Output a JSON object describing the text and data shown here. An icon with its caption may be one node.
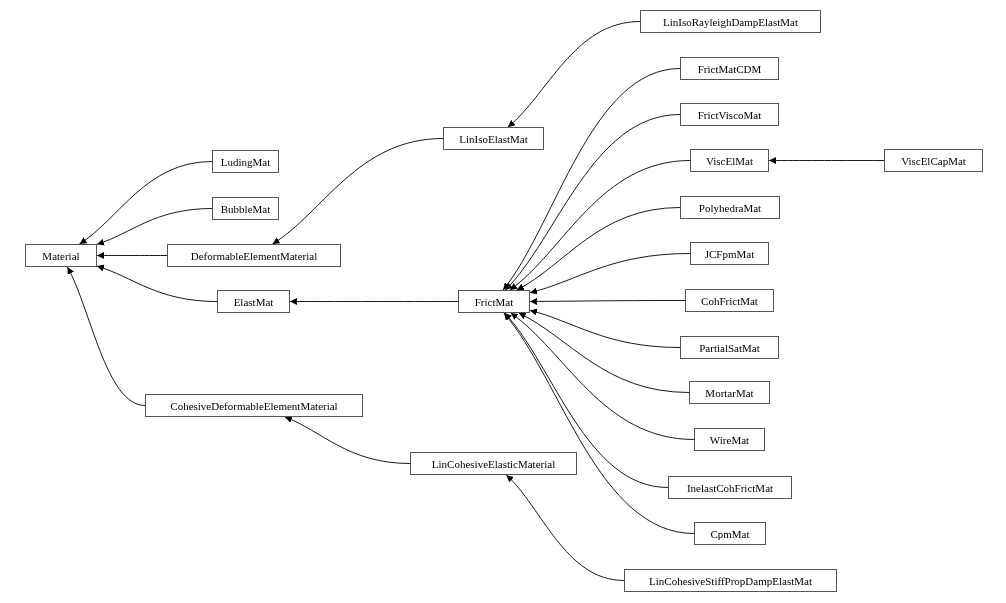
{
  "diagram": {
    "nodes": [
      {
        "text": [
          "Material"
        ]
      },
      {
        "text": [
          "LudingMat"
        ]
      },
      {
        "text": [
          "BubbleMat"
        ]
      },
      {
        "text": [
          "DeformableElementMaterial"
        ]
      },
      {
        "text": [
          "ElastMat"
        ]
      },
      {
        "text": [
          "CohesiveDeformableElementMaterial"
        ]
      },
      {
        "text": [
          "LinIsoElastMat"
        ]
      },
      {
        "text": [
          "FrictMat"
        ]
      },
      {
        "text": [
          "LinCohesiveElasticMaterial"
        ]
      },
      {
        "text": [
          "LinIsoRayleighDampElastMat"
        ]
      },
      {
        "text": [
          "FrictMatCDM"
        ]
      },
      {
        "text": [
          "FrictViscoMat"
        ]
      },
      {
        "text": [
          "ViscElMat"
        ]
      },
      {
        "text": [
          "ViscElCapMat"
        ]
      },
      {
        "text": [
          "PolyhedraMat"
        ]
      },
      {
        "text": [
          "JCFpmMat"
        ]
      },
      {
        "text": [
          "CohFrictMat"
        ]
      },
      {
        "text": [
          "PartialSatMat"
        ]
      },
      {
        "text": [
          "MortarMat"
        ]
      },
      {
        "text": [
          "WireMat"
        ]
      },
      {
        "text": [
          "InelastCohFrictMat"
        ]
      },
      {
        "text": [
          "CpmMat"
        ]
      },
      {
        "text": [
          "LinCohesiveStiffPropDampElastMat"
        ]
      }
    ],
    "edges": [
      {
        "from": 1,
        "to": 0,
        "arrow": "to"
      },
      {
        "from": 2,
        "to": 0,
        "arrow": "to"
      },
      {
        "from": 3,
        "to": 0,
        "arrow": "to"
      },
      {
        "from": 4,
        "to": 0,
        "arrow": "to"
      },
      {
        "from": 5,
        "to": 0,
        "arrow": "to"
      },
      {
        "from": 6,
        "to": 3,
        "arrow": "to"
      },
      {
        "from": 7,
        "to": 4,
        "arrow": "to"
      },
      {
        "from": 8,
        "to": 5,
        "arrow": "to"
      },
      {
        "from": 9,
        "to": 6,
        "arrow": "to"
      },
      {
        "from": 10,
        "to": 7,
        "arrow": "to"
      },
      {
        "from": 11,
        "to": 7,
        "arrow": "to"
      },
      {
        "from": 12,
        "to": 7,
        "arrow": "to"
      },
      {
        "from": 13,
        "to": 12,
        "arrow": "to"
      },
      {
        "from": 14,
        "to": 7,
        "arrow": "to"
      },
      {
        "from": 15,
        "to": 7,
        "arrow": "to"
      },
      {
        "from": 16,
        "to": 7,
        "arrow": "to"
      },
      {
        "from": 17,
        "to": 7,
        "arrow": "to"
      },
      {
        "from": 18,
        "to": 7,
        "arrow": "to"
      },
      {
        "from": 19,
        "to": 7,
        "arrow": "to"
      },
      {
        "from": 20,
        "to": 7,
        "arrow": "to"
      },
      {
        "from": 21,
        "to": 7,
        "arrow": "to"
      },
      {
        "from": 22,
        "to": 8,
        "arrow": "to"
      }
    ]
  }
}
